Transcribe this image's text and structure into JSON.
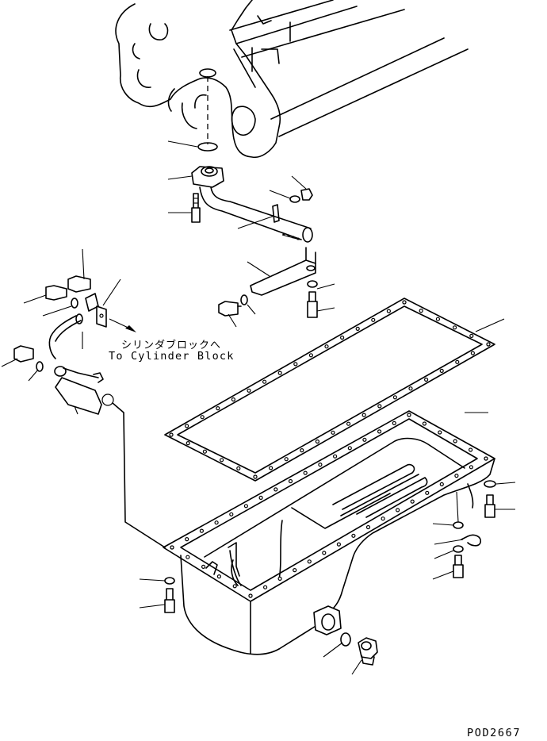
{
  "labels": {
    "cylinder_block_jp": "シリンダブロックへ",
    "cylinder_block_en": "To Cylinder Block",
    "drawing_code": "POD2667"
  },
  "colors": {
    "ink": "#000000",
    "paper": "#ffffff"
  }
}
